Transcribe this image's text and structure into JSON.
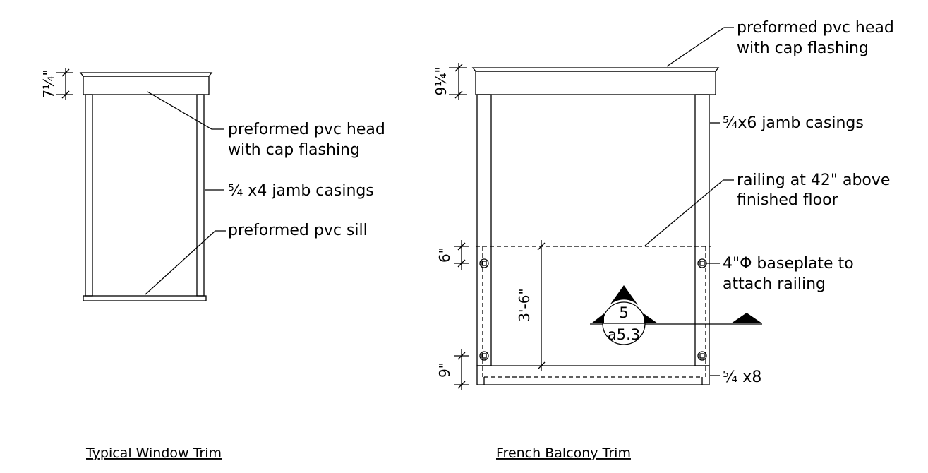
{
  "left_detail": {
    "title": "Typical Window Trim",
    "dim_head": "7¼\"",
    "note_head_1": "preformed pvc head",
    "note_head_2": "with cap flashing",
    "note_jamb": "⁵⁄₄ x4 jamb casings",
    "note_sill": "preformed pvc sill"
  },
  "right_detail": {
    "title": "French Balcony Trim",
    "dim_head": "9¼\"",
    "dim_top": "6\"",
    "dim_bottom": "9\"",
    "dim_railing": "3'-6\"",
    "note_head_1": "preformed pvc head",
    "note_head_2": "with cap flashing",
    "note_jamb": "⁵⁄₄x6 jamb casings",
    "note_railing_1": "railing at 42\" above",
    "note_railing_2": "finished floor",
    "note_baseplate_1": "4\"Φ baseplate to",
    "note_baseplate_2": "attach railing",
    "note_sill": "⁵⁄₄ x8",
    "section_number": "5",
    "section_sheet": "a5.3"
  }
}
